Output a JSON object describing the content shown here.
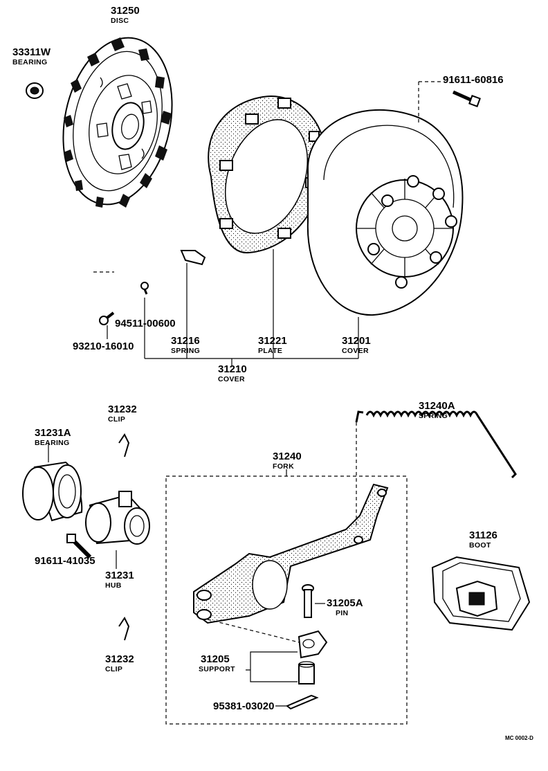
{
  "parts": {
    "disc": {
      "number": "31250",
      "name": "DISC"
    },
    "bearing_33311w": {
      "number": "33311W",
      "name": "BEARING"
    },
    "bolt_91611_60816": {
      "number": "91611-60816"
    },
    "screw_94511": {
      "number": "94511-00600"
    },
    "bolt_93210": {
      "number": "93210-16010"
    },
    "spring_31216": {
      "number": "31216",
      "name": "SPRING"
    },
    "plate": {
      "number": "31221",
      "name": "PLATE"
    },
    "cover_31201": {
      "number": "31201",
      "name": "COVER"
    },
    "cover_assy": {
      "number": "31210",
      "name": "COVER"
    },
    "clip_top": {
      "number": "31232",
      "name": "CLIP"
    },
    "bearing_31231a": {
      "number": "31231A",
      "name": "BEARING"
    },
    "bolt_91611_41035": {
      "number": "91611-41035"
    },
    "hub": {
      "number": "31231",
      "name": "HUB"
    },
    "clip_bottom": {
      "number": "31232",
      "name": "CLIP"
    },
    "fork": {
      "number": "31240",
      "name": "FORK"
    },
    "spring_31240a": {
      "number": "31240A",
      "name": "SPRING"
    },
    "boot": {
      "number": "31126",
      "name": "BOOT"
    },
    "pin": {
      "number": "31205A",
      "name": "PIN"
    },
    "support": {
      "number": "31205",
      "name": "SUPPORT"
    },
    "cotter_pin": {
      "number": "95381-03020"
    }
  },
  "figure_code": "MC 0002-D"
}
